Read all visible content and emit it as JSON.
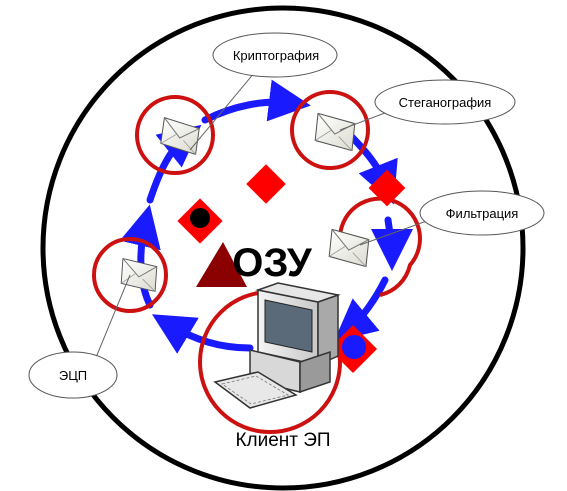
{
  "diagram": {
    "center_label": "ОЗУ",
    "client_label": "Клиент ЭП",
    "callouts": {
      "crypto": "Криптография",
      "stegano": "Стеганография",
      "filter": "Фильтрация",
      "ecp": "ЭЦП"
    },
    "colors": {
      "ring_outline": "#000000",
      "flow_arrow": "#1a1aff",
      "node_ring": "#cc1111",
      "diamond": "#ff0000",
      "triangle": "#8b0000",
      "dot_black": "#000000",
      "dot_blue": "#1a1aff"
    },
    "icons": [
      "envelope-icon",
      "computer-icon",
      "diamond-icon",
      "triangle-icon"
    ]
  }
}
